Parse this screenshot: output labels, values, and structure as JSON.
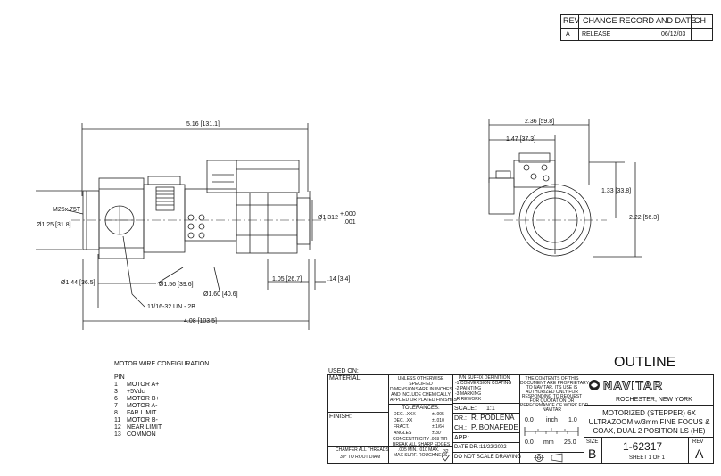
{
  "revision_block": {
    "headers": {
      "rev": "REV",
      "change": "CHANGE RECORD AND DATE",
      "ch": "CH"
    },
    "row": {
      "rev": "A",
      "change": "RELEASE",
      "date": "06/12/03",
      "ch": ""
    }
  },
  "side_view": {
    "dims": {
      "overall_length": "5.16 [131.1]",
      "thread": "M25x.75T",
      "dia_125": "Ø1.25 [31.8]",
      "dia_1312": "Ø1.312",
      "tol_plus": "+.000",
      "tol_minus": ".001",
      "dia_144": "Ø1.44 [36.5]",
      "dia_156": "Ø1.56 [39.6]",
      "dia_160": "Ø1.60 [40.6]",
      "len_105": "1.05 [26.7]",
      "len_014": ".14 [3.4]",
      "thread_unf": "11/16-32 UN - 2B",
      "len_408": "4.08 [103.5]"
    }
  },
  "end_view": {
    "dims": {
      "width_236": "2.36 [59.8]",
      "width_147": "1.47 [37.3]",
      "height_133": "1.33 [33.8]",
      "height_222": "2.22 [56.3]"
    }
  },
  "motor_wire": {
    "title": "MOTOR WIRE CONFIGURATION",
    "pin_header": "PIN",
    "pins": [
      {
        "num": "1",
        "label": "MOTOR A+"
      },
      {
        "num": "3",
        "label": "+5Vdc"
      },
      {
        "num": "6",
        "label": "MOTOR B+"
      },
      {
        "num": "7",
        "label": "MOTOR A-"
      },
      {
        "num": "8",
        "label": "FAR LIMIT"
      },
      {
        "num": "11",
        "label": "MOTOR B-"
      },
      {
        "num": "12",
        "label": "NEAR LIMIT"
      },
      {
        "num": "13",
        "label": "COMMON"
      }
    ]
  },
  "title_block": {
    "outline": "OUTLINE",
    "used_on": "USED ON:",
    "material": "MATERIAL:",
    "finish": "FINISH:",
    "chamfer": [
      "CHAMFER ALL THREADS",
      "30° TO ROOT DIAM"
    ],
    "tolerance_notes": [
      "UNLESS OTHERWISE",
      "SPECIFIED",
      "DIMENSIONS ARE IN INCHES",
      "AND INCLUDE CHEMICALLY",
      "APPLIED OR PLATED FINISHES"
    ],
    "tolerances_label": "TOLERANCES:",
    "tolerances": [
      {
        "label": "DEC. .XXX",
        "value": "± .005"
      },
      {
        "label": "DEC. .XX",
        "value": "± .010"
      },
      {
        "label": "FRACT.",
        "value": "± 1/64"
      },
      {
        "label": "ANGLES",
        "value": "± 30'"
      }
    ],
    "concentricity": [
      "CONCENTRICITY  .003 TIR",
      "BREAK ALL SHARP EDGES",
      ".005 MIN. .010 MAX."
    ],
    "surface": "MAX SURF. ROUGHNESS",
    "surface_value": "32",
    "pin_suffix": {
      "title": "P/N SUFFIX DEFINITION",
      "items": [
        "-1 CONVERSION COATING",
        "-2 PAINTING",
        "-3 MARKING",
        "-R REWORK"
      ]
    },
    "scale_label": "SCALE:",
    "scale_value": "1:1",
    "dr_label": "DR.:",
    "dr_value": "R. PODLENA",
    "ch_label": "CH.:",
    "ch_value": "P. BONAFEDE",
    "app_label": "APP.:",
    "app_value": "",
    "date_label": "DATE DR.:",
    "date_value": "11/22/2002",
    "no_scale": "DO NOT SCALE DRAWING",
    "proprietary": [
      "THE CONTENTS OF THIS",
      "DOCUMENT ARE PROPRIETARY",
      "TO NAVITAR. ITS USE IS",
      "AUTHORIZED ONLY FOR",
      "RESPONDING TO REQUEST",
      "FOR QUOTATION OR",
      "PERFORMANCE OF WORK FOR",
      "NAVITAR"
    ],
    "ruler_inch": {
      "start": "0.0",
      "unit": "inch",
      "end": "1.0"
    },
    "ruler_mm": {
      "start": "0.0",
      "unit": "mm",
      "end": "25.0"
    },
    "company_logo": "NAVITAR",
    "location": "ROCHESTER, NEW YORK",
    "description": [
      "MOTORIZED (STEPPER) 6X",
      "ULTRAZOOM w/3mm FINE FOCUS &",
      "COAX, DUAL 2 POSITION LS (HE)"
    ],
    "size_label": "SIZE",
    "size_value": "B",
    "drawing_number": "1-62317",
    "rev_label": "REV",
    "rev_value": "A",
    "sheet": "SHEET 1 OF 1"
  }
}
